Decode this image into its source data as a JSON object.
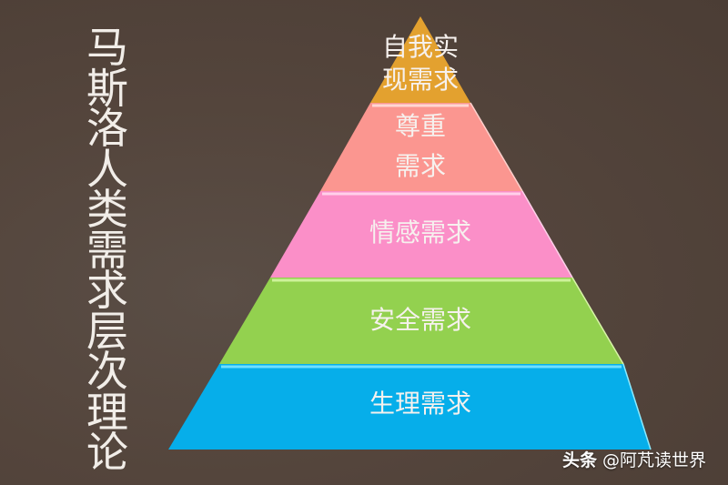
{
  "title": {
    "chars": [
      "马",
      "斯",
      "洛",
      "人",
      "类",
      "需",
      "求",
      "层",
      "次",
      "理",
      "论"
    ],
    "text": "马斯洛人类需求层次理论"
  },
  "pyramid": {
    "tiers": [
      {
        "lines": [
          "自我实",
          "现需求"
        ],
        "color": "#e3a12f"
      },
      {
        "lines": [
          "尊重",
          "需求"
        ],
        "color": "#fb9690"
      },
      {
        "lines": [
          "情感需求"
        ],
        "color": "#fb8fc8"
      },
      {
        "lines": [
          "安全需求"
        ],
        "color": "#93d14f"
      },
      {
        "lines": [
          "生理需求"
        ],
        "color": "#06aeea"
      }
    ]
  },
  "watermark": {
    "brand": "头条",
    "handle": "@阿芃读世界"
  }
}
